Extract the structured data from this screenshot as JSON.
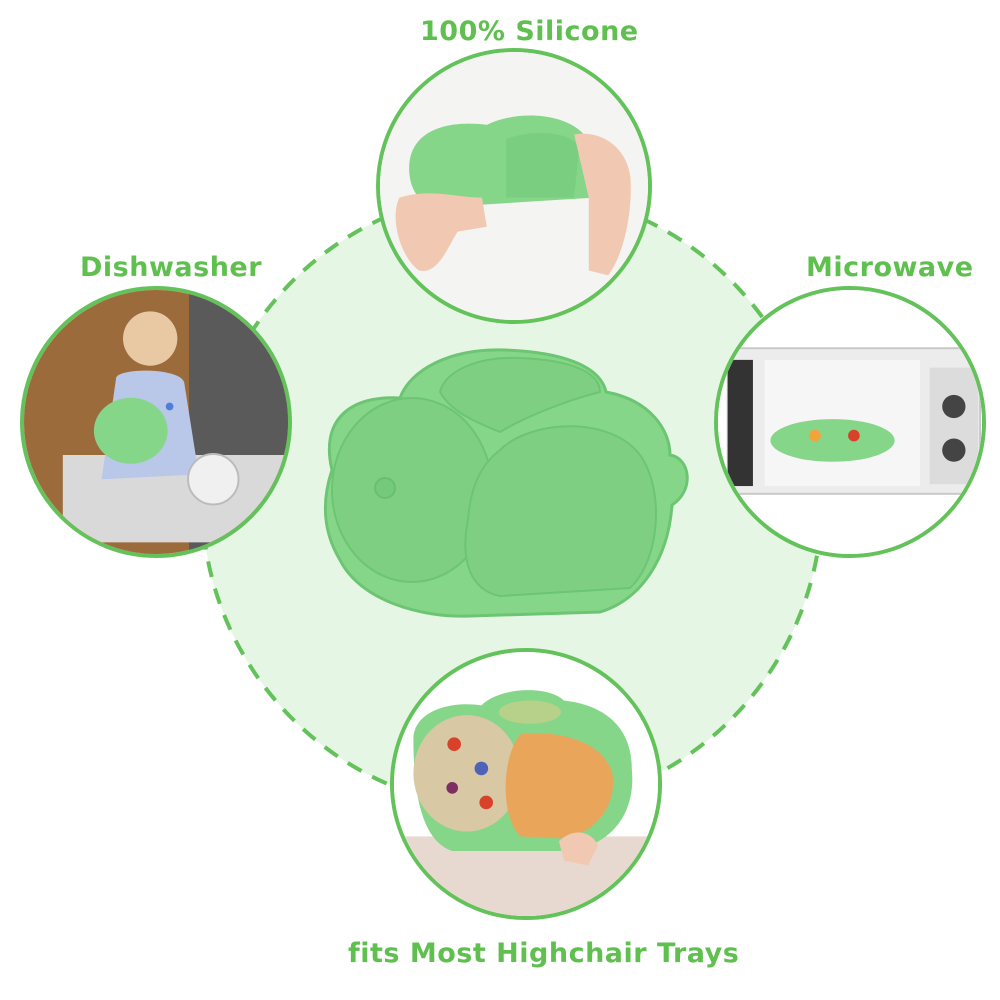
{
  "features": {
    "silicone": "100% Silicone",
    "dishwasher": "Dishwasher",
    "microwave": "Microwave",
    "highchair": "fits Most Highchair Trays"
  },
  "colors": {
    "accent": "#5fbf4f",
    "plate": "#86d68a",
    "plate_shadow": "#6cc572",
    "disk": "#e6f6e4",
    "dash": "#63c25a"
  },
  "icons": {
    "center": "bunny-plate",
    "silicone": "hands-bending-plate",
    "dishwasher": "child-at-dishwasher",
    "microwave": "plate-in-microwave",
    "highchair": "plate-with-food-on-tray"
  }
}
